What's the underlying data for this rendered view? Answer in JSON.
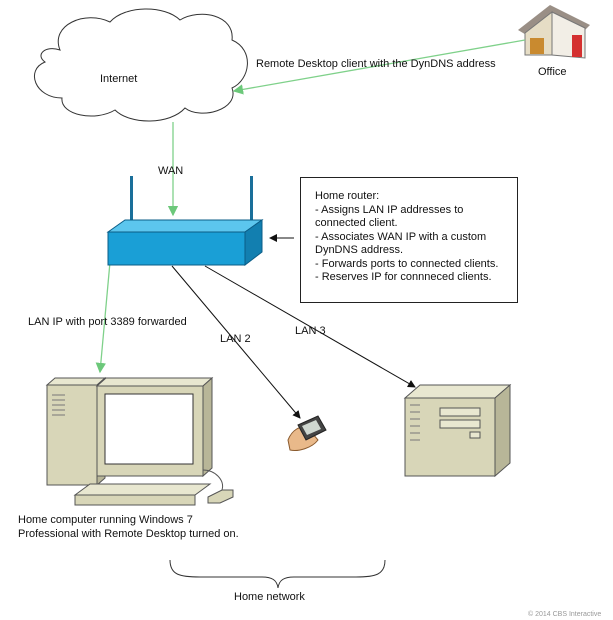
{
  "labels": {
    "internet": "Internet",
    "remote_desktop": "Remote Desktop client with the DynDNS address",
    "office": "Office",
    "wan": "WAN",
    "lan_ip": "LAN IP with port 3389 forwarded",
    "lan2": "LAN 2",
    "lan3": "LAN 3",
    "home_computer_line1": "Home computer running Windows 7",
    "home_computer_line2": "Professional with Remote Desktop turned on.",
    "home_network": "Home network",
    "copyright": "© 2014 CBS Interactive"
  },
  "router_info": {
    "title": "Home router:",
    "lines": [
      "- Assigns LAN IP addresses to",
      "connected client.",
      "- Associates WAN IP with a custom",
      "DynDNS address.",
      "- Forwards ports to connected clients.",
      "- Reserves IP for connneced clients."
    ]
  },
  "colors": {
    "green_link": "#7fd18a",
    "router_blue": "#1a9fd6",
    "device_beige": "#d8d6b8"
  }
}
